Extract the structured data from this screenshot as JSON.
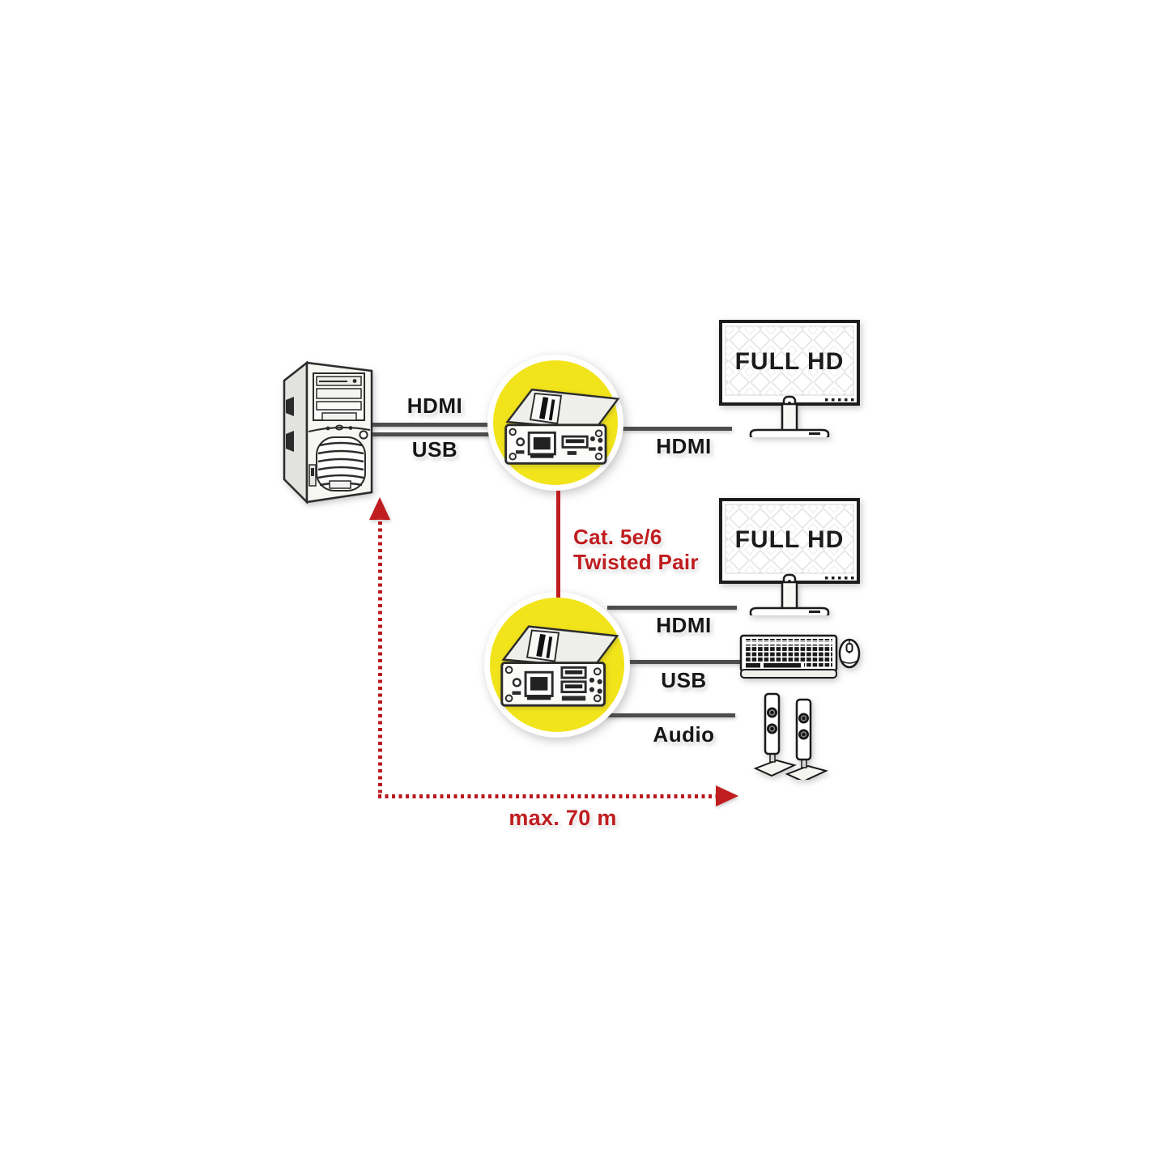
{
  "labels": {
    "pc_to_extender_hdmi": "HDMI",
    "pc_to_extender_usb": "USB",
    "monitor_top": "FULL HD",
    "transmitter_to_monitor": "HDMI",
    "extender_link_line1": "Cat. 5e/6",
    "extender_link_line2": "Twisted Pair",
    "monitor_bottom": "FULL HD",
    "receiver_to_monitor": "HDMI",
    "receiver_to_peripherals": "USB",
    "receiver_to_speakers": "Audio",
    "max_distance": "max. 70 m"
  },
  "colors": {
    "highlight_yellow": "#f2e41a",
    "signal_red": "#c01d20",
    "cable_gray": "#4d4d4d",
    "text_black": "#161616"
  },
  "icons": {
    "source": "pc-tower-icon",
    "transmitter": "kvm-transmitter-icon",
    "receiver": "kvm-receiver-icon",
    "display_top": "monitor-icon",
    "display_bottom": "monitor-icon",
    "input_devices": "keyboard-mouse-icon",
    "audio_output": "speakers-icon",
    "distance_path": "dotted-arrow-icon"
  }
}
